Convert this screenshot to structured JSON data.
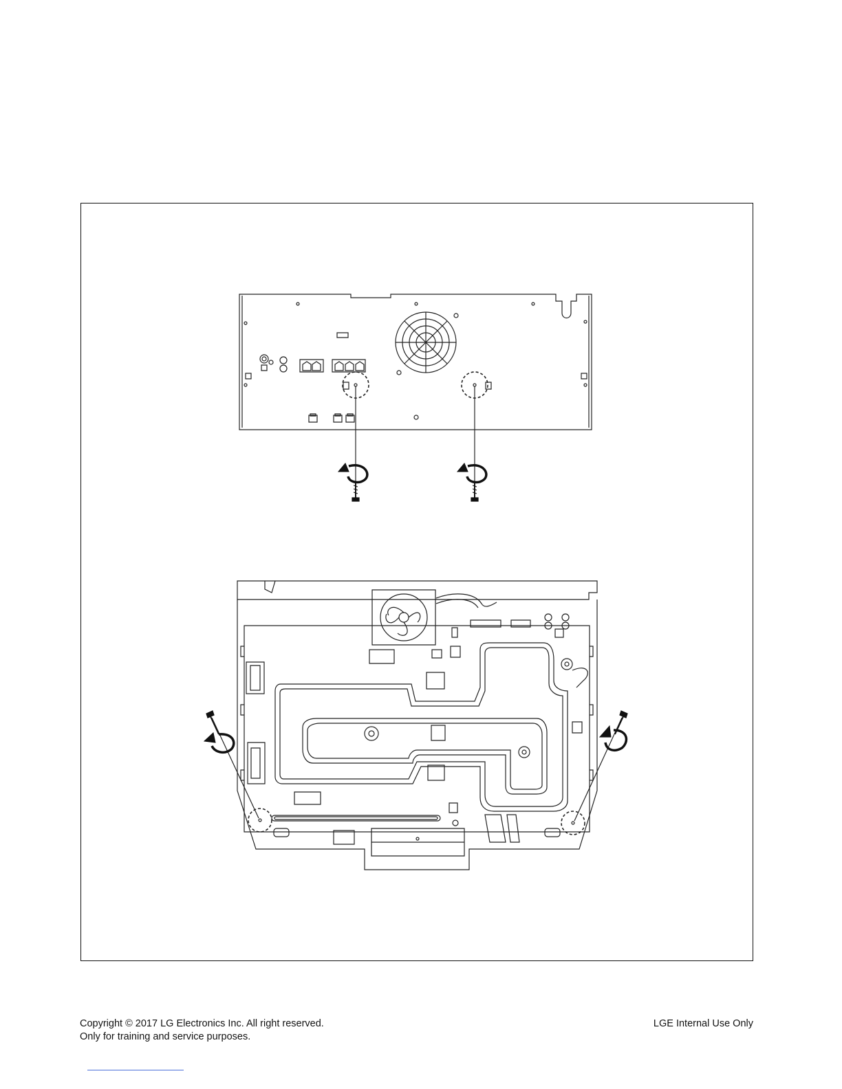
{
  "figure": {
    "top_view": {
      "screw_icon": "screw-icon",
      "rotate_icon": "counterclockwise-arrow-icon"
    },
    "bottom_view": {
      "screw_icon": "screw-icon",
      "rotate_icon": "counterclockwise-arrow-icon"
    }
  },
  "footer": {
    "copyright": "Copyright © 2017 LG Electronics Inc. All right reserved.",
    "purpose": "Only for training and service purposes.",
    "internal": "LGE Internal Use Only"
  }
}
